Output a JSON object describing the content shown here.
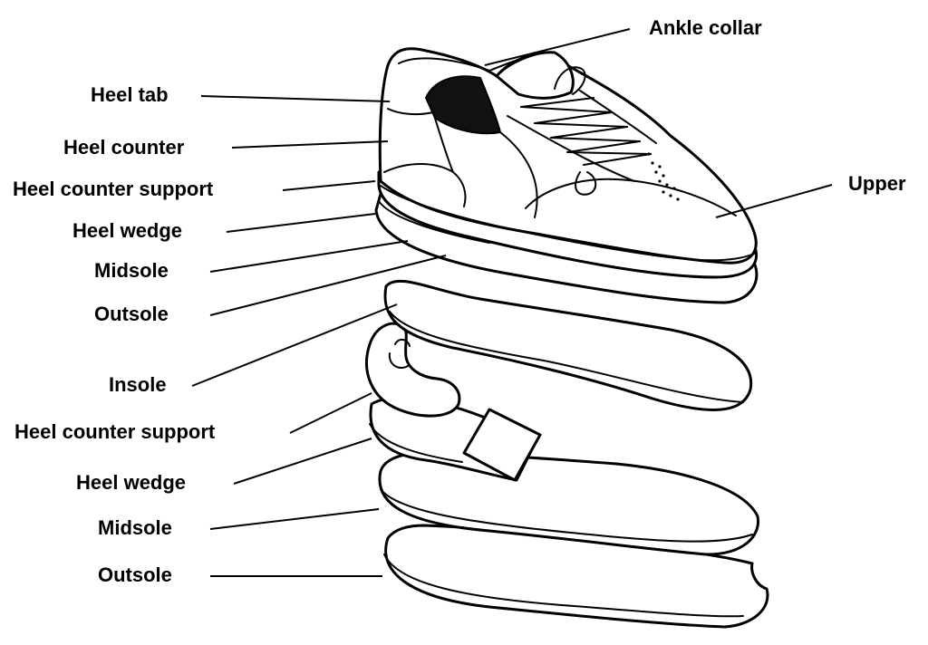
{
  "labels": {
    "ankle_collar": "Ankle collar",
    "heel_tab": "Heel tab",
    "heel_counter": "Heel counter",
    "heel_counter_support_top": "Heel counter support",
    "heel_wedge_top": "Heel wedge",
    "midsole_top": "Midsole",
    "outsole_top": "Outsole",
    "upper": "Upper",
    "insole": "Insole",
    "heel_counter_support_bottom": "Heel counter support",
    "heel_wedge_bottom": "Heel wedge",
    "midsole_bottom": "Midsole",
    "outsole_bottom": "Outsole"
  }
}
